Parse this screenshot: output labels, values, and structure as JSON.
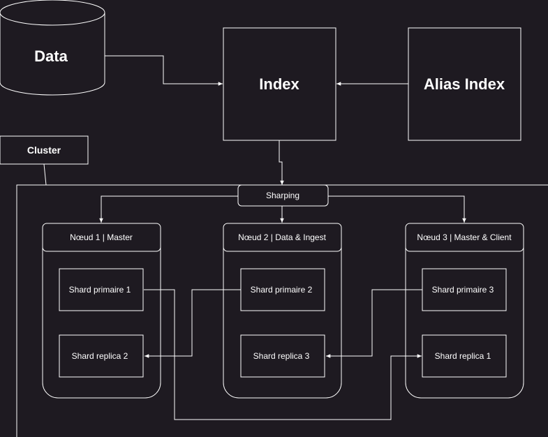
{
  "diagram": {
    "data_store": "Data",
    "index": "Index",
    "alias_index": "Alias Index",
    "cluster": "Cluster",
    "sharping": "Sharping",
    "nodes": [
      {
        "title": "Nœud 1 | Master",
        "shards": [
          "Shard primaire 1",
          "Shard replica 2"
        ]
      },
      {
        "title": "Nœud 2 | Data & Ingest",
        "shards": [
          "Shard primaire 2",
          "Shard replica 3"
        ]
      },
      {
        "title": "Nœud 3 | Master & Client",
        "shards": [
          "Shard primaire 3",
          "Shard replica 1"
        ]
      }
    ]
  },
  "colors": {
    "background": "#1e1a21",
    "stroke": "#ffffff",
    "fill": "#1e1a21"
  }
}
